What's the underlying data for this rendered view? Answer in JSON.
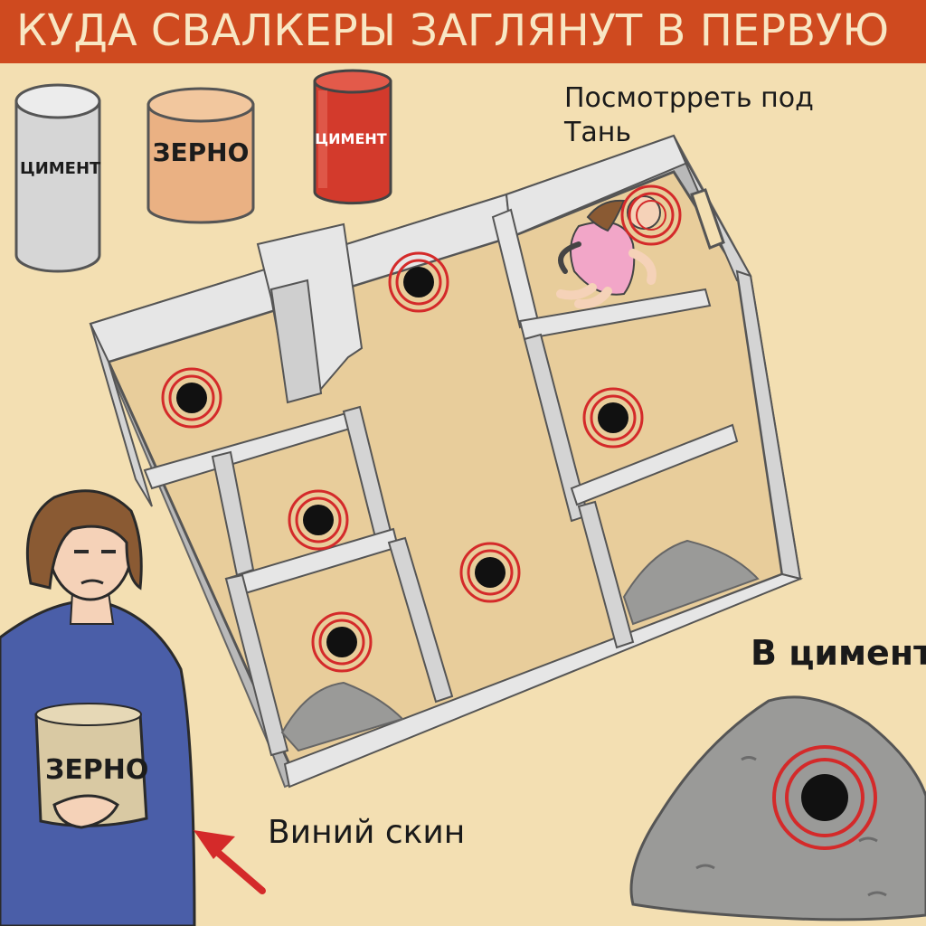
{
  "header": {
    "title": "КУДА СВАЛКЕРЫ ЗАГЛЯНУТ В ПЕРВУЮ"
  },
  "barrels": [
    {
      "label": "ЦИМЕНТ",
      "color": "#d9d9d9"
    },
    {
      "label": "ЗЕРНО",
      "color": "#eab183"
    },
    {
      "label": "ЦИМЕНТ",
      "color": "#d33a2c"
    }
  ],
  "annotations": {
    "doll_note": [
      "Посмотрреть под",
      "Тань"
    ],
    "cement_note": "В цимент",
    "skin_note": "Виний скин"
  },
  "character": {
    "sack_label": "ЗЕРНО",
    "shirt_color": "#4a5ea8"
  },
  "colors": {
    "banner": "#cf4a1f",
    "background": "#f3dfb2",
    "floor": "#e8cd9b",
    "wall_top": "#e6e6e6",
    "wall_side": "#b8b8b8",
    "target_ring": "#d42a2a",
    "hole": "#111111",
    "rubble": "#9a9a98"
  },
  "icons": {
    "hiding_spot": "target-ring-icon",
    "pointer": "red-arrow-icon"
  }
}
